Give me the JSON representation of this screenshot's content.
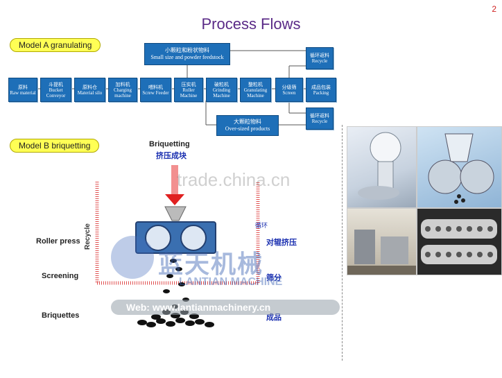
{
  "page_number": "2",
  "title": "Process Flows",
  "model_a": {
    "label": "Model A  granulating",
    "top_box": {
      "cn": "小颗粒和粉状物料",
      "en": "Small size and powder feedstock"
    },
    "bottom_box": {
      "cn": "大颗粒物料",
      "en": "Over-sized products"
    },
    "steps": [
      {
        "cn": "原料",
        "en": "Raw material"
      },
      {
        "cn": "斗提机",
        "en": "Bucket Conveyor"
      },
      {
        "cn": "原料仓",
        "en": "Material silo"
      },
      {
        "cn": "加料机",
        "en": "Charging machine"
      },
      {
        "cn": "喂料机",
        "en": "Screw Feeder"
      },
      {
        "cn": "压实机",
        "en": "Roller Machine"
      },
      {
        "cn": "破粒机",
        "en": "Grinding Machine"
      },
      {
        "cn": "整粒机",
        "en": "Granulating Machine"
      },
      {
        "cn": "分级筛",
        "en": "Screen"
      },
      {
        "cn": "成品包装",
        "en": "Packing"
      }
    ],
    "recycle_top": {
      "cn": "循环返料",
      "en": "Recycle"
    },
    "recycle_bottom": {
      "cn": "循环返料",
      "en": "Recycle"
    }
  },
  "model_b": {
    "label": "Model B  briquetting",
    "briquetting_en": "Briquetting",
    "briquetting_cn": "挤压成块",
    "roller_press": "Roller press",
    "screening": "Screening",
    "briquettes": "Briquettes",
    "roller_cn": "对辊挤压",
    "screening_cn": "筛分",
    "briquettes_cn": "成品",
    "recycle": "Recycle",
    "recycle_cn": "循环"
  },
  "watermark": {
    "site": "trade.china.cn",
    "brand_cn": "蓝天机械",
    "brand_en": "LANTIAN MACHINE",
    "web": "Web: www.lantianmachinery.cn"
  },
  "colors": {
    "title": "#5a2a87",
    "box": "#1e6fb8",
    "label_bg": "#ffff55",
    "arrow": "#e02020",
    "recycle_line": "#e05050"
  }
}
